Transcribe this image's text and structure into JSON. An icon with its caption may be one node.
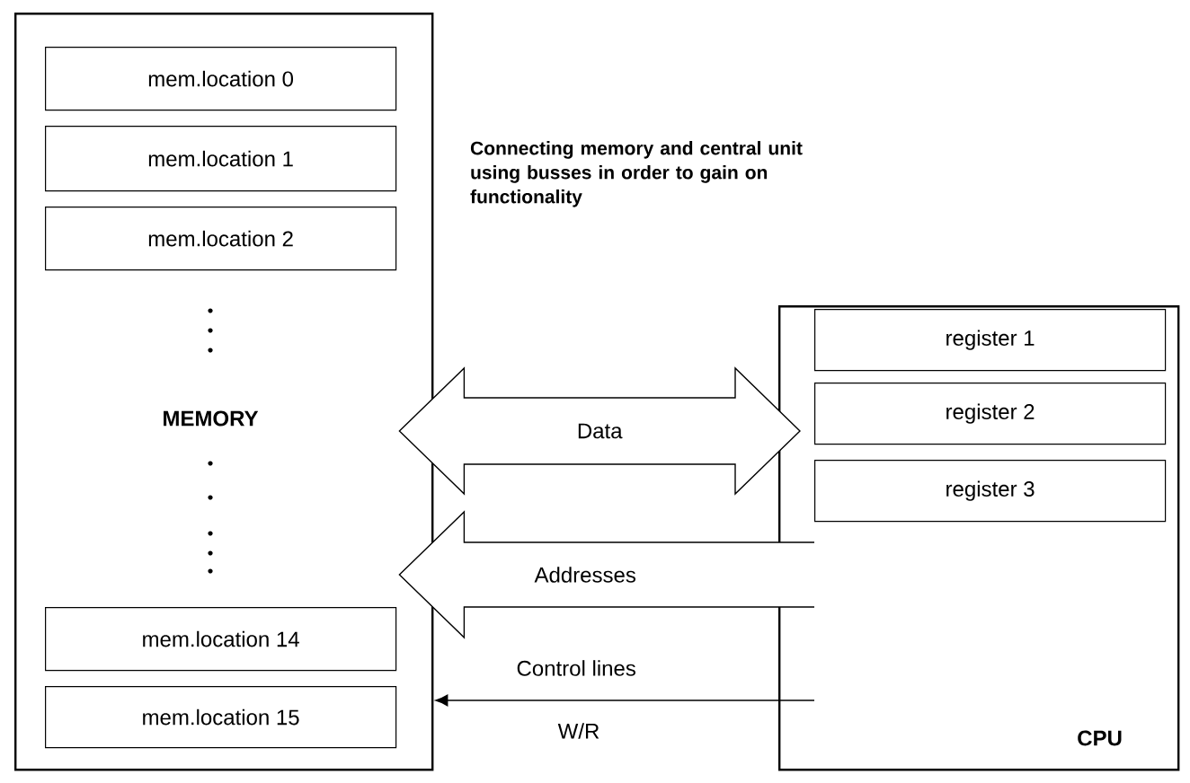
{
  "diagram": {
    "title": "Connecting memory and central unit using busses in order to gain on functionality",
    "nodes": [
      {
        "text": [
          "MEMORY"
        ]
      },
      {
        "text": [
          "mem.location 0"
        ],
        "in": 0
      },
      {
        "text": [
          "mem.location 1"
        ],
        "in": 0
      },
      {
        "text": [
          "mem.location 2"
        ],
        "in": 0
      },
      {
        "text": [
          "mem.location 14"
        ],
        "in": 0
      },
      {
        "text": [
          "mem.location 15"
        ],
        "in": 0
      },
      {
        "text": [
          "CPU"
        ]
      },
      {
        "text": [
          "register 1"
        ],
        "in": 6
      },
      {
        "text": [
          "register 2"
        ],
        "in": 6
      },
      {
        "text": [
          "register 3"
        ],
        "in": 6
      }
    ],
    "edges": [
      {
        "from": 0,
        "to": 6,
        "arrow": "both",
        "label": "Data",
        "style": "thick"
      },
      {
        "from": 6,
        "to": 0,
        "arrow": "to",
        "label": "Addresses",
        "style": "thick"
      },
      {
        "from": 6,
        "to": 0,
        "arrow": "to",
        "label": "Control lines"
      }
    ],
    "labels": [
      "W/R"
    ]
  }
}
